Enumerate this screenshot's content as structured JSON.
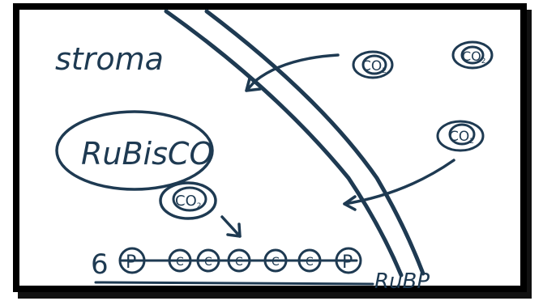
{
  "labels": {
    "stroma": "stroma",
    "rubisco": "RuBisCO",
    "co2": "CO",
    "co2_subscript": "2",
    "six": "6",
    "phosphate": "P",
    "carbon": "C",
    "rubp": "RuBP"
  },
  "colors": {
    "ink": "#1e3a52",
    "frame": "#000000",
    "background": "#ffffff"
  }
}
